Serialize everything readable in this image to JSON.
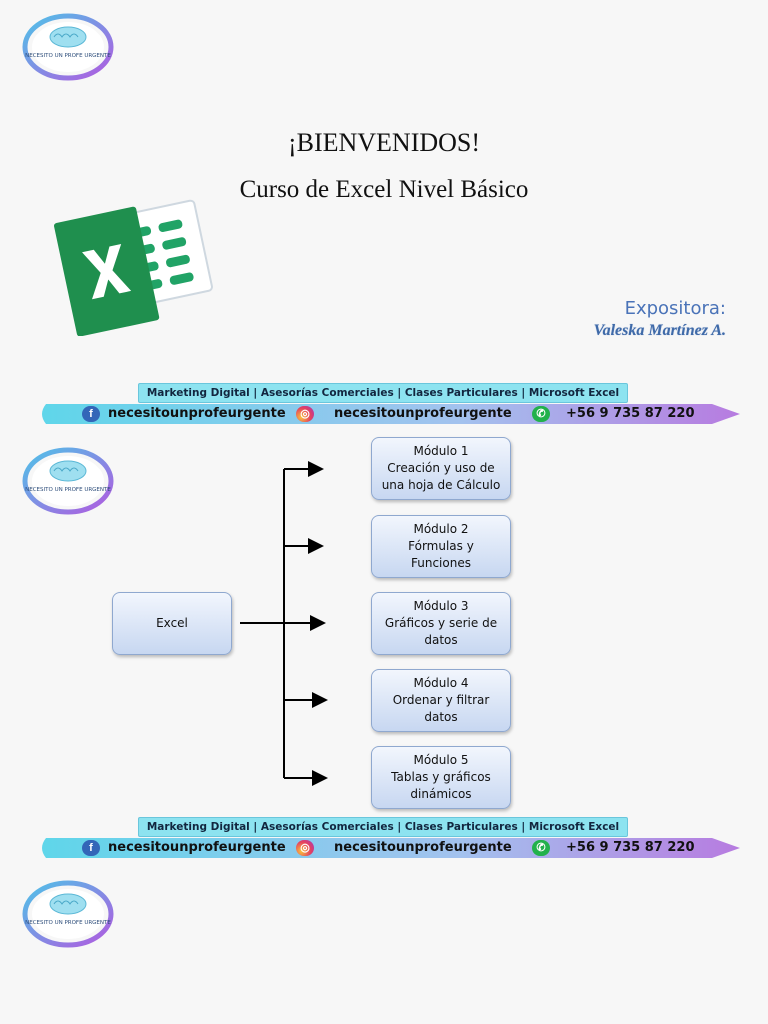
{
  "heading": {
    "welcome": "¡BIENVENIDOS!",
    "course": "Curso de Excel Nivel Básico"
  },
  "presenter": {
    "label": "Expositora:",
    "name": "Valeska Martínez A."
  },
  "logo": {
    "text": "NECESITO UN PROFE URGENTE",
    "colors": {
      "ring_start": "#4fc3e8",
      "ring_end": "#b15ae0"
    }
  },
  "banner": {
    "services": "Marketing Digital | Asesorías Comerciales | Clases Particulares | Microsoft Excel",
    "facebook": "necesitounprofeurgente",
    "instagram": "necesitounprofeurgente",
    "whatsapp": "+56 9 735 87 220",
    "colors": {
      "pen_start": "#5fd6ea",
      "pen_end": "#b77be0",
      "top_bar": "#8de3f0"
    }
  },
  "diagram": {
    "root": "Excel",
    "modules": [
      {
        "title": "Módulo 1",
        "line1": "Creación y uso de",
        "line2": "una hoja de Cálculo"
      },
      {
        "title": "Módulo 2",
        "line1": "Fórmulas y",
        "line2": "Funciones"
      },
      {
        "title": "Módulo 3",
        "line1": "Gráficos y serie de",
        "line2": "datos"
      },
      {
        "title": "Módulo 4",
        "line1": "Ordenar y filtrar",
        "line2": "datos"
      },
      {
        "title": "Módulo 5",
        "line1": "Tablas y gráficos",
        "line2": "dinámicos"
      }
    ]
  },
  "icons": [
    "excel-logo-icon",
    "facebook-icon",
    "instagram-icon",
    "whatsapp-icon",
    "brain-logo-icon"
  ]
}
